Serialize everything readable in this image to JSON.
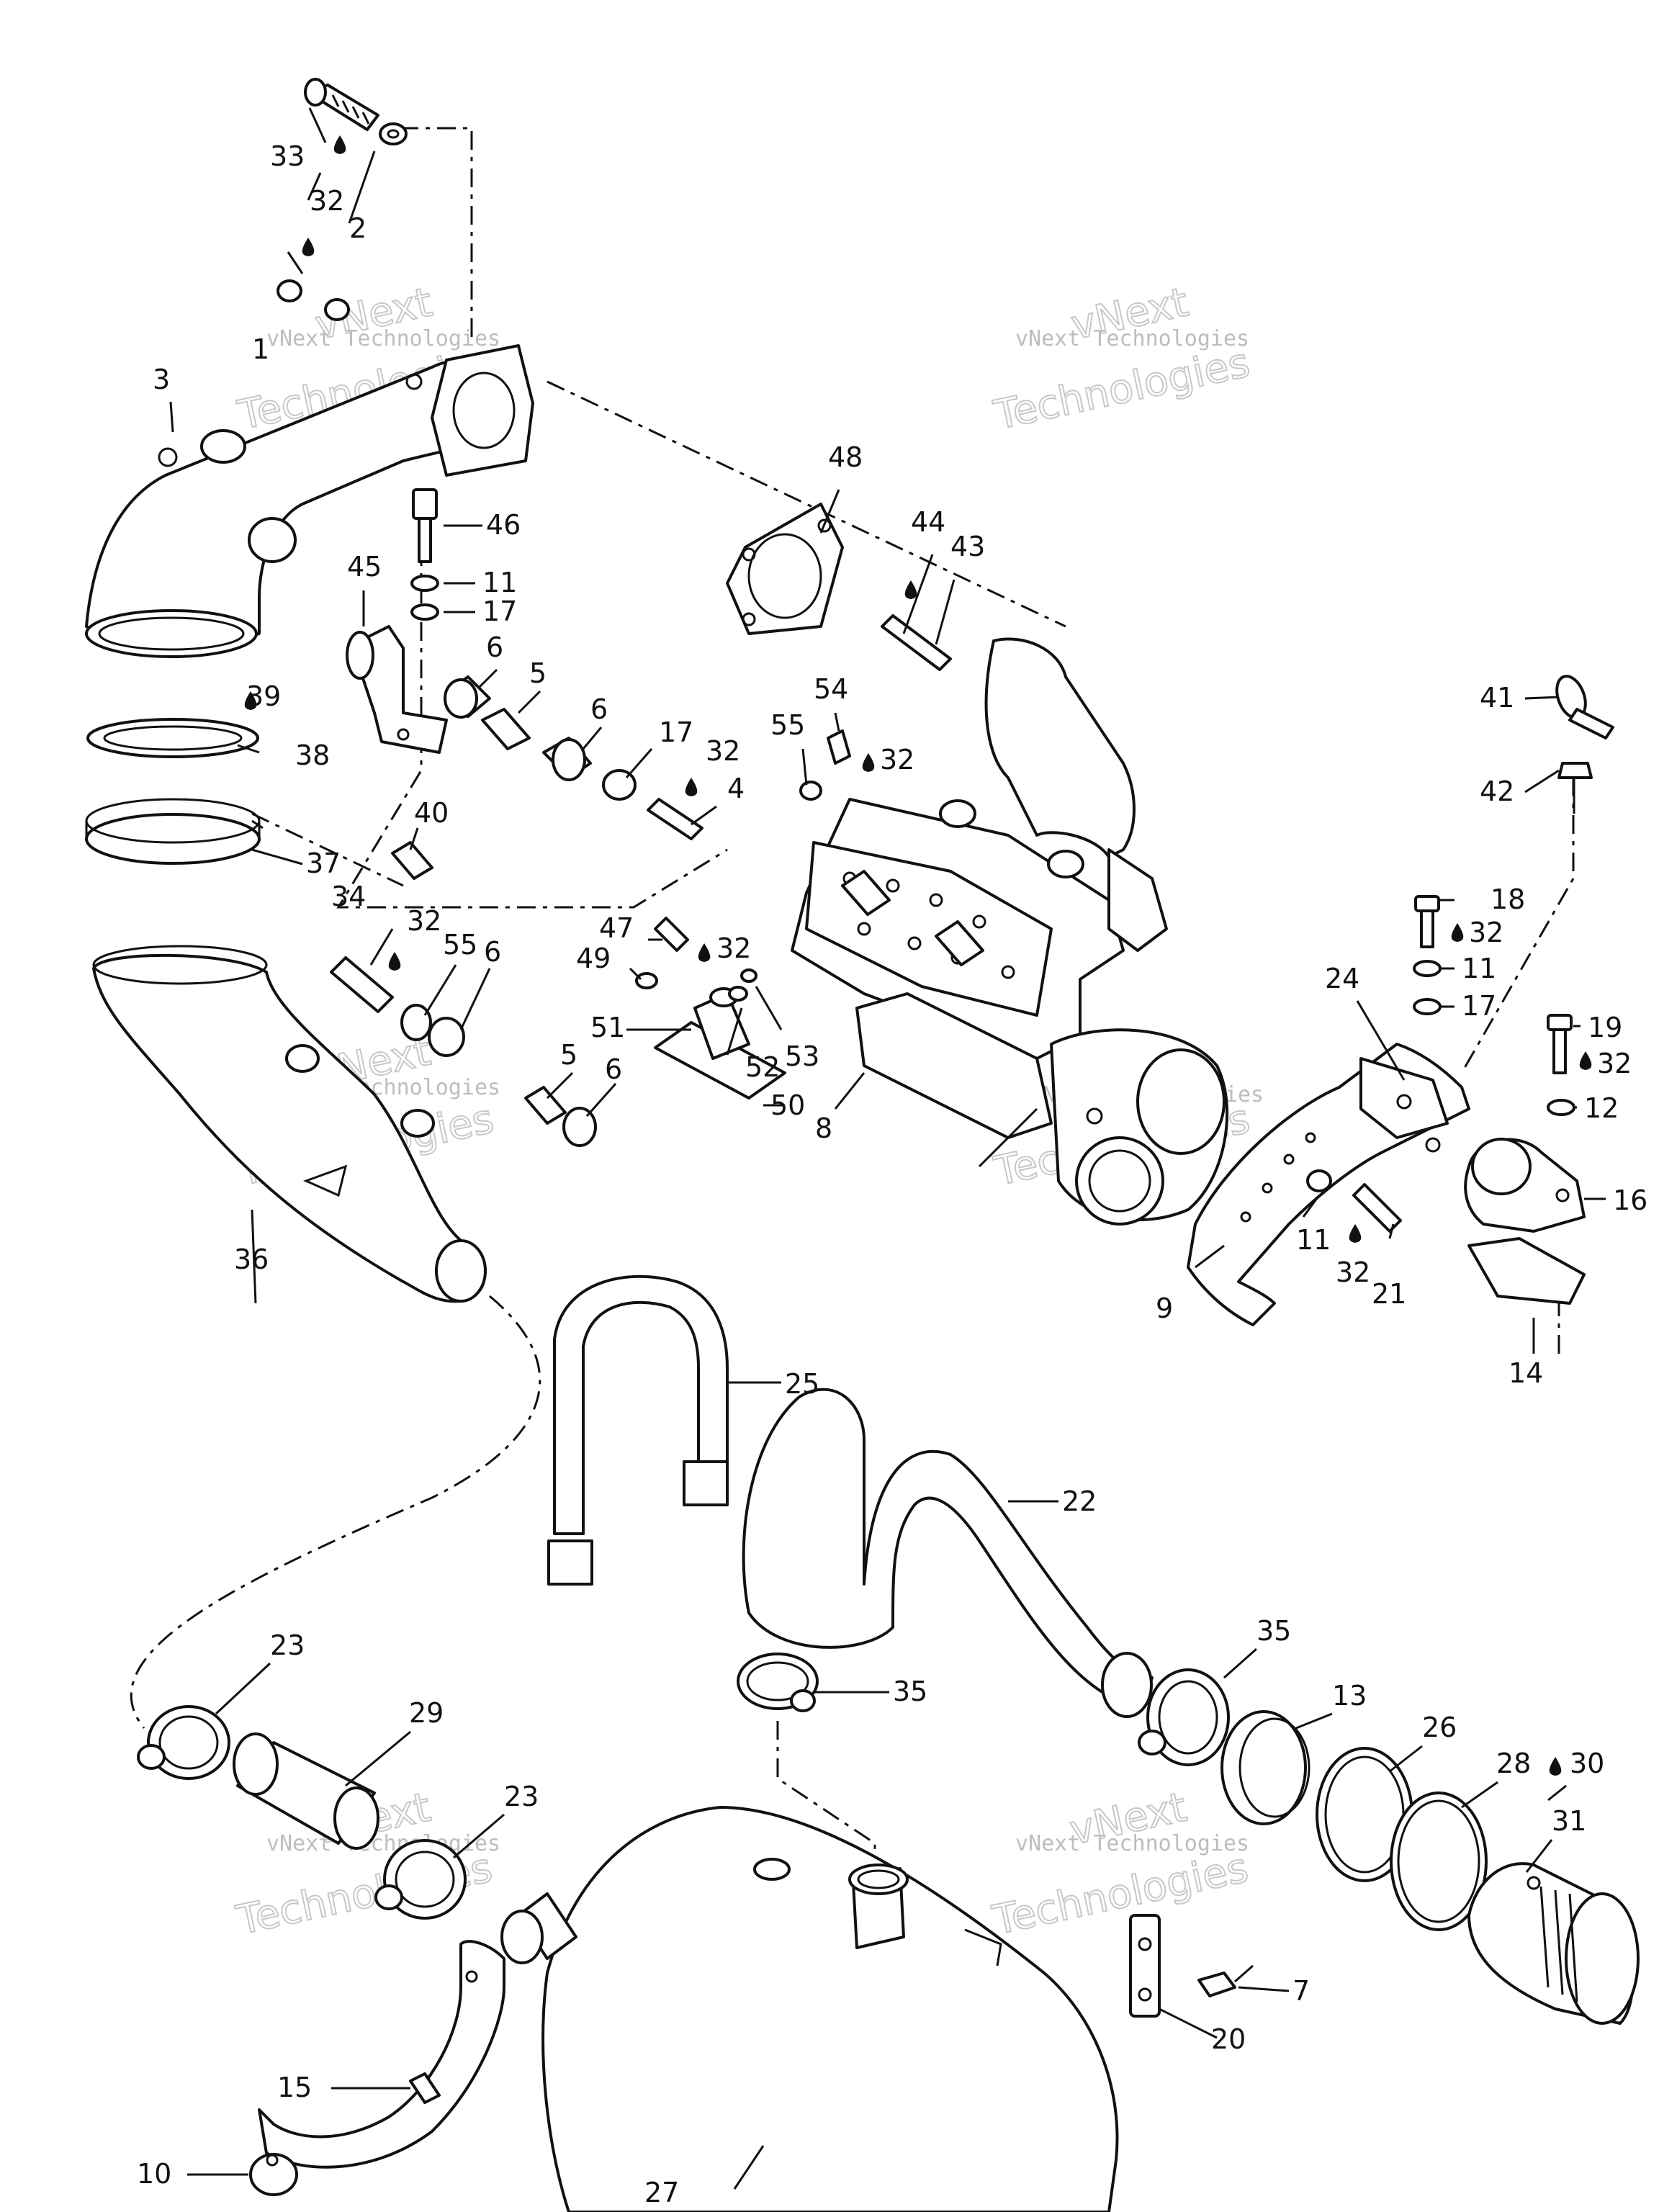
{
  "watermark": {
    "line1": "vNext Technologies",
    "line2a": "vNext",
    "line2b": "Technologies"
  },
  "labels": {
    "l1": "1",
    "l2": "2",
    "l3": "3",
    "l4": "4",
    "l5a": "5",
    "l5b": "5",
    "l6a": "6",
    "l6b": "6",
    "l6c": "6",
    "l6d": "6",
    "l7": "7",
    "l8": "8",
    "l9": "9",
    "l10": "10",
    "l11a": "11",
    "l11b": "11",
    "l11c": "11",
    "l12": "12",
    "l13": "13",
    "l14": "14",
    "l15": "15",
    "l16": "16",
    "l17a": "17",
    "l17b": "17",
    "l17c": "17",
    "l18": "18",
    "l19": "19",
    "l20": "20",
    "l21": "21",
    "l22": "22",
    "l23a": "23",
    "l23b": "23",
    "l24": "24",
    "l25": "25",
    "l26": "26",
    "l27": "27",
    "l28": "28",
    "l29": "29",
    "l30": "30",
    "l31": "31",
    "l32a": "32",
    "l32b": "32",
    "l32c": "32",
    "l32d": "32",
    "l32e": "32",
    "l32f": "32",
    "l32g": "32",
    "l32h": "32",
    "l33": "33",
    "l34": "34",
    "l35a": "35",
    "l35b": "35",
    "l36": "36",
    "l37": "37",
    "l38": "38",
    "l39": "39",
    "l40": "40",
    "l41": "41",
    "l42": "42",
    "l43": "43",
    "l44": "44",
    "l45": "45",
    "l46": "46",
    "l47": "47",
    "l48": "48",
    "l49": "49",
    "l50": "50",
    "l51": "51",
    "l52": "52",
    "l53": "53",
    "l54": "54",
    "l55a": "55",
    "l55b": "55"
  }
}
